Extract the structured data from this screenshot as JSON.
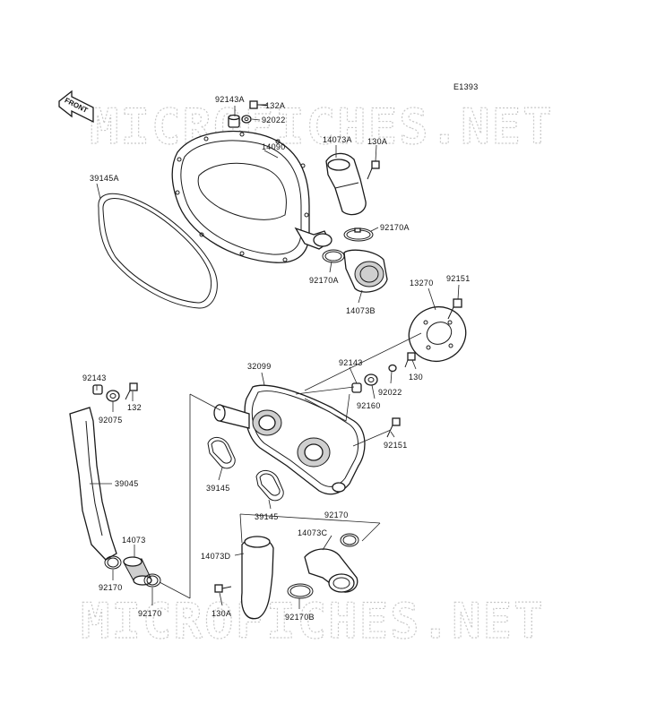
{
  "diagram": {
    "code": "E1393",
    "front_label": "FRONT",
    "watermark": "MICROFICHES.NET",
    "labels": {
      "p92143A": "92143A",
      "p132A": "132A",
      "p92022_top": "92022",
      "p14090": "14090",
      "p14073A": "14073A",
      "p130A_top": "130A",
      "p39145A": "39145A",
      "p92170A_r": "92170A",
      "p92170A_b": "92170A",
      "p14073B": "14073B",
      "p13270": "13270",
      "p92151_top": "92151",
      "p32099": "32099",
      "p92143_mid": "92143",
      "p130_mid": "130",
      "p92022_mid": "92022",
      "p92160": "92160",
      "p92151_mid": "92151",
      "p92143_left": "92143",
      "p132_left": "132",
      "p92075": "92075",
      "p39045": "39045",
      "p39145_a": "39145",
      "p39145_b": "39145",
      "p92170_r": "92170",
      "p14073C": "14073C",
      "p14073D": "14073D",
      "p14073": "14073",
      "p92170_l1": "92170",
      "p92170_l2": "92170",
      "p130A_bot": "130A",
      "p92170B": "92170B"
    }
  }
}
